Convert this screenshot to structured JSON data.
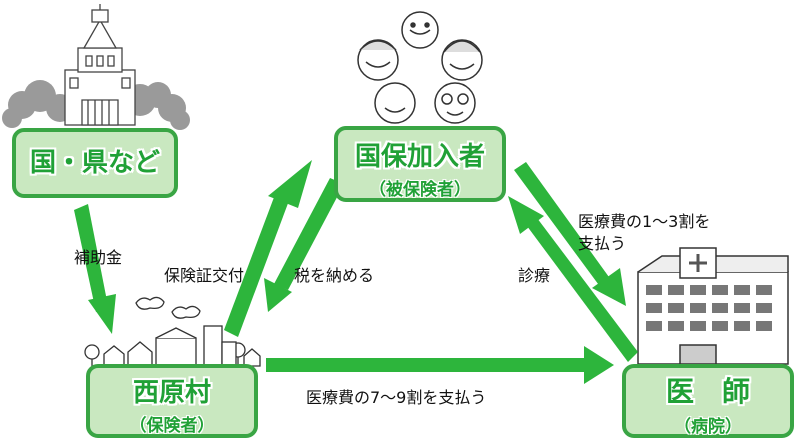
{
  "nodes": {
    "government": {
      "main": "国・県など",
      "sub": ""
    },
    "insured": {
      "main": "国保加入者",
      "sub": "（被保険者）"
    },
    "village": {
      "main": "西原村",
      "sub": "（保険者）"
    },
    "doctor": {
      "main": "医　師",
      "sub": "（病院）"
    }
  },
  "edges": {
    "subsidy": "補助金",
    "card_issue": "保険証交付",
    "pay_tax": "税を納める",
    "treatment": "診療",
    "copay": [
      "医療費の1～3割を",
      "支払う"
    ],
    "village_payment": "医療費の7～9割を支払う"
  },
  "colors": {
    "arrow": "#2db53c",
    "box_fill": "#c9e8c0",
    "box_border": "#39a544",
    "text": "#20a136"
  }
}
